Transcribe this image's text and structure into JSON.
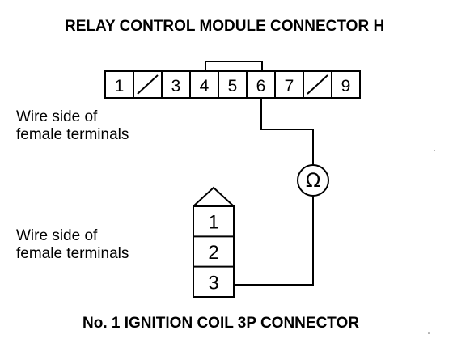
{
  "titles": {
    "top": "RELAY CONTROL MODULE CONNECTOR H",
    "bottom": "No. 1 IGNITION COIL 3P CONNECTOR"
  },
  "labels": {
    "upper": [
      "Wire side of",
      "female terminals"
    ],
    "lower": [
      "Wire side of",
      "female terminals"
    ]
  },
  "connector_h": {
    "terminals": [
      "1",
      "",
      "3",
      "4",
      "5",
      "6",
      "7",
      "",
      "9"
    ],
    "probed_terminal": "6"
  },
  "coil_connector": {
    "terminals": [
      "1",
      "2",
      "3"
    ],
    "probed_terminal": "3"
  },
  "meter": {
    "symbol": "Ω",
    "icon": "ohmmeter-icon"
  }
}
